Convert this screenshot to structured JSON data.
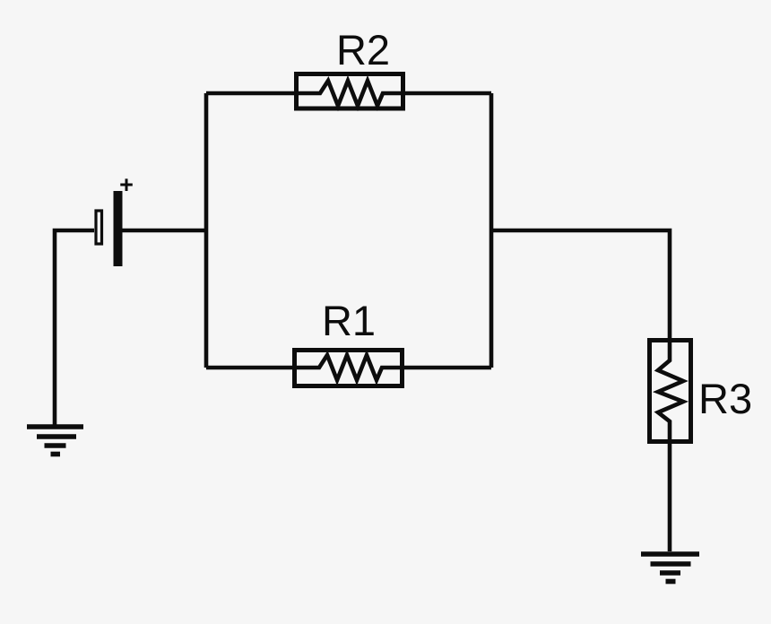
{
  "diagram": {
    "kind": "circuit-schematic",
    "background_color": "#f6f6f6",
    "line_color": "#0d0d0d",
    "battery": {
      "polarity_label": "+"
    },
    "resistors": [
      {
        "label": "R2",
        "orientation": "horizontal",
        "position": "top-parallel-branch"
      },
      {
        "label": "R1",
        "orientation": "horizontal",
        "position": "bottom-parallel-branch"
      },
      {
        "label": "R3",
        "orientation": "vertical",
        "position": "series-output-branch"
      }
    ],
    "grounds": [
      {
        "name": "ground-left"
      },
      {
        "name": "ground-right"
      }
    ]
  }
}
